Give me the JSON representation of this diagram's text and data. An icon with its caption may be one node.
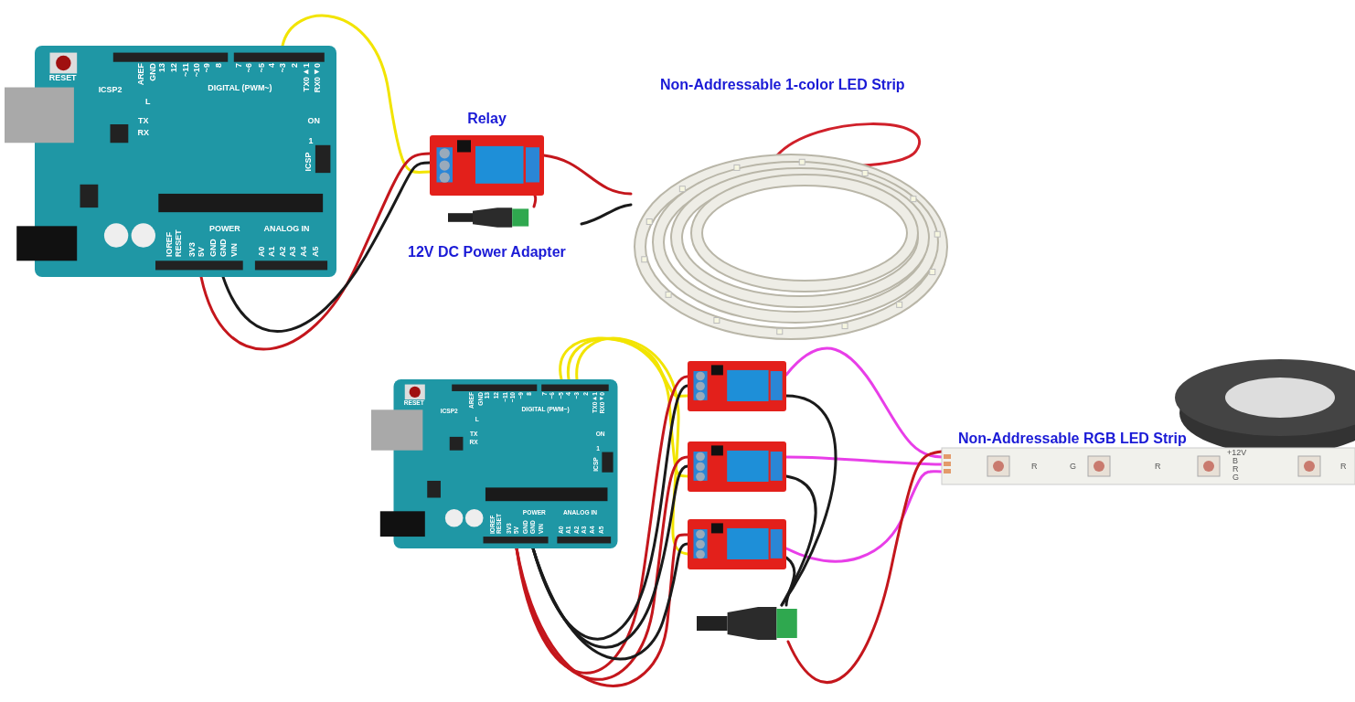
{
  "diagram": {
    "nodes": [
      {
        "text": [
          "RESET",
          "ICSP2",
          "AREF",
          "GND",
          "13",
          "12",
          "~11",
          "~10",
          "~9",
          "8",
          "7",
          "~6",
          "~5",
          "4",
          "~3",
          "2",
          "TX0►1",
          "RX0◄0",
          "DIGITAL (PWM~)",
          "L",
          "TX",
          "RX",
          "ON",
          "1",
          "ICSP",
          "IOREF",
          "RESET",
          "3V3",
          "5V",
          "GND",
          "GND",
          "VIN",
          "POWER",
          "ANALOG IN",
          "A0",
          "A1",
          "A2",
          "A3",
          "A4",
          "A5"
        ]
      },
      {
        "text": [
          "Relay"
        ]
      },
      {
        "text": [
          "12V DC Power Adapter"
        ]
      },
      {
        "text": [
          "Non-Addressable 1-color LED Strip"
        ]
      },
      {
        "text": [
          "RESET",
          "ICSP2",
          "AREF",
          "GND",
          "13",
          "12",
          "~11",
          "~10",
          "~9",
          "8",
          "7",
          "~6",
          "~5",
          "4",
          "~3",
          "2",
          "TX0►1",
          "RX0◄0",
          "DIGITAL (PWM~)",
          "L",
          "TX",
          "RX",
          "ON",
          "1",
          "ICSP",
          "IOREF",
          "RESET",
          "3V3",
          "5V",
          "GND",
          "GND",
          "VIN",
          "POWER",
          "ANALOG IN",
          "A0",
          "A1",
          "A2",
          "A3",
          "A4",
          "A5"
        ]
      },
      {
        "text": [],
        "shape": "picture"
      },
      {
        "text": [],
        "shape": "picture"
      },
      {
        "text": [],
        "shape": "picture"
      },
      {
        "text": [],
        "shape": "picture"
      },
      {
        "text": [
          "Non-Addressable RGB LED Strip",
          "R",
          "G",
          "R",
          "+12V",
          "B",
          "R",
          "G",
          "R"
        ]
      }
    ],
    "edges": [
      {
        "from": 0,
        "to": 1,
        "arrow": "none",
        "color": "#f2e400"
      },
      {
        "from": 0,
        "to": 1,
        "arrow": "none",
        "color": "#c4161c"
      },
      {
        "from": 0,
        "to": 1,
        "arrow": "none",
        "color": "#1a1a1a"
      },
      {
        "from": 1,
        "to": 3,
        "arrow": "none",
        "color": "#c4161c"
      },
      {
        "from": 2,
        "to": 1,
        "arrow": "none",
        "color": "#c4161c"
      },
      {
        "from": 2,
        "to": 3,
        "arrow": "none",
        "color": "#1a1a1a"
      },
      {
        "from": 4,
        "to": 5,
        "arrow": "none",
        "color": "#f2e400"
      },
      {
        "from": 4,
        "to": 6,
        "arrow": "none",
        "color": "#f2e400"
      },
      {
        "from": 4,
        "to": 7,
        "arrow": "none",
        "color": "#f2e400"
      },
      {
        "from": 4,
        "to": 5,
        "arrow": "none",
        "color": "#c4161c"
      },
      {
        "from": 4,
        "to": 6,
        "arrow": "none",
        "color": "#c4161c"
      },
      {
        "from": 4,
        "to": 7,
        "arrow": "none",
        "color": "#c4161c"
      },
      {
        "from": 4,
        "to": 5,
        "arrow": "none",
        "color": "#1a1a1a"
      },
      {
        "from": 4,
        "to": 6,
        "arrow": "none",
        "color": "#1a1a1a"
      },
      {
        "from": 4,
        "to": 7,
        "arrow": "none",
        "color": "#1a1a1a"
      },
      {
        "from": 5,
        "to": 9,
        "arrow": "none",
        "color": "#e83ee8"
      },
      {
        "from": 6,
        "to": 9,
        "arrow": "none",
        "color": "#e83ee8"
      },
      {
        "from": 7,
        "to": 9,
        "arrow": "none",
        "color": "#e83ee8"
      },
      {
        "from": 5,
        "to": 8,
        "arrow": "none",
        "color": "#1a1a1a"
      },
      {
        "from": 6,
        "to": 8,
        "arrow": "none",
        "color": "#1a1a1a"
      },
      {
        "from": 7,
        "to": 8,
        "arrow": "none",
        "color": "#1a1a1a"
      },
      {
        "from": 8,
        "to": 9,
        "arrow": "none",
        "color": "#c4161c"
      }
    ]
  }
}
